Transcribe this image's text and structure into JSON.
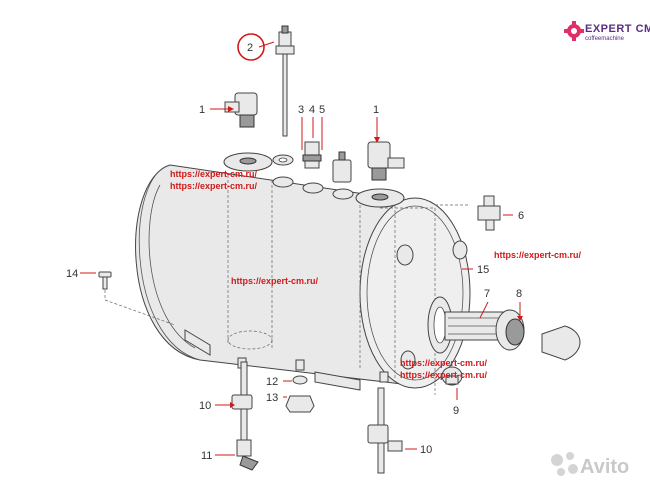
{
  "watermarks": {
    "url": "https://expert-cm.ru/",
    "avito": "Avito"
  },
  "logo": {
    "brand": "EXPERT CM",
    "tagline": "coffeemachine"
  },
  "callouts": {
    "c1a": "1",
    "c1b": "1",
    "c2": "2",
    "c3": "3",
    "c4": "4",
    "c5": "5",
    "c6": "6",
    "c7": "7",
    "c8": "8",
    "c9": "9",
    "c10a": "10",
    "c10b": "10",
    "c11": "11",
    "c12": "12",
    "c13": "13",
    "c14": "14",
    "c15": "15"
  },
  "colors": {
    "callout_red": "#d11a1a",
    "logo_purple": "#5a2d82",
    "logo_accent": "#e0306a"
  }
}
